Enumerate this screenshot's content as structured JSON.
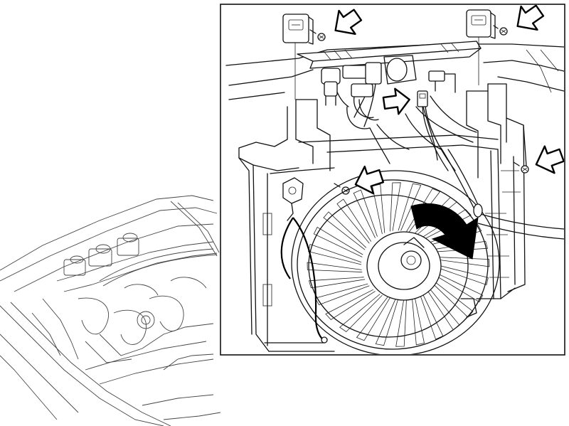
{
  "figure": {
    "kind": "technical-line-illustration",
    "subject_icons": [
      "car-engine-bay",
      "radiator-cooling-fan",
      "mounting-screw",
      "wiring-connector"
    ],
    "callout_arrows": [
      {
        "id": "arrow-top-left-screw",
        "direction": "down-left"
      },
      {
        "id": "arrow-top-right-screw",
        "direction": "down-left"
      },
      {
        "id": "arrow-connector",
        "direction": "right"
      },
      {
        "id": "arrow-right-screw",
        "direction": "left"
      },
      {
        "id": "arrow-left-fan-screw",
        "direction": "left"
      }
    ],
    "motion_arrow": {
      "id": "fan-removal-arrow",
      "direction": "down-right",
      "color": "#000000"
    },
    "colors": {
      "line": "#111111",
      "background": "#ffffff"
    }
  }
}
